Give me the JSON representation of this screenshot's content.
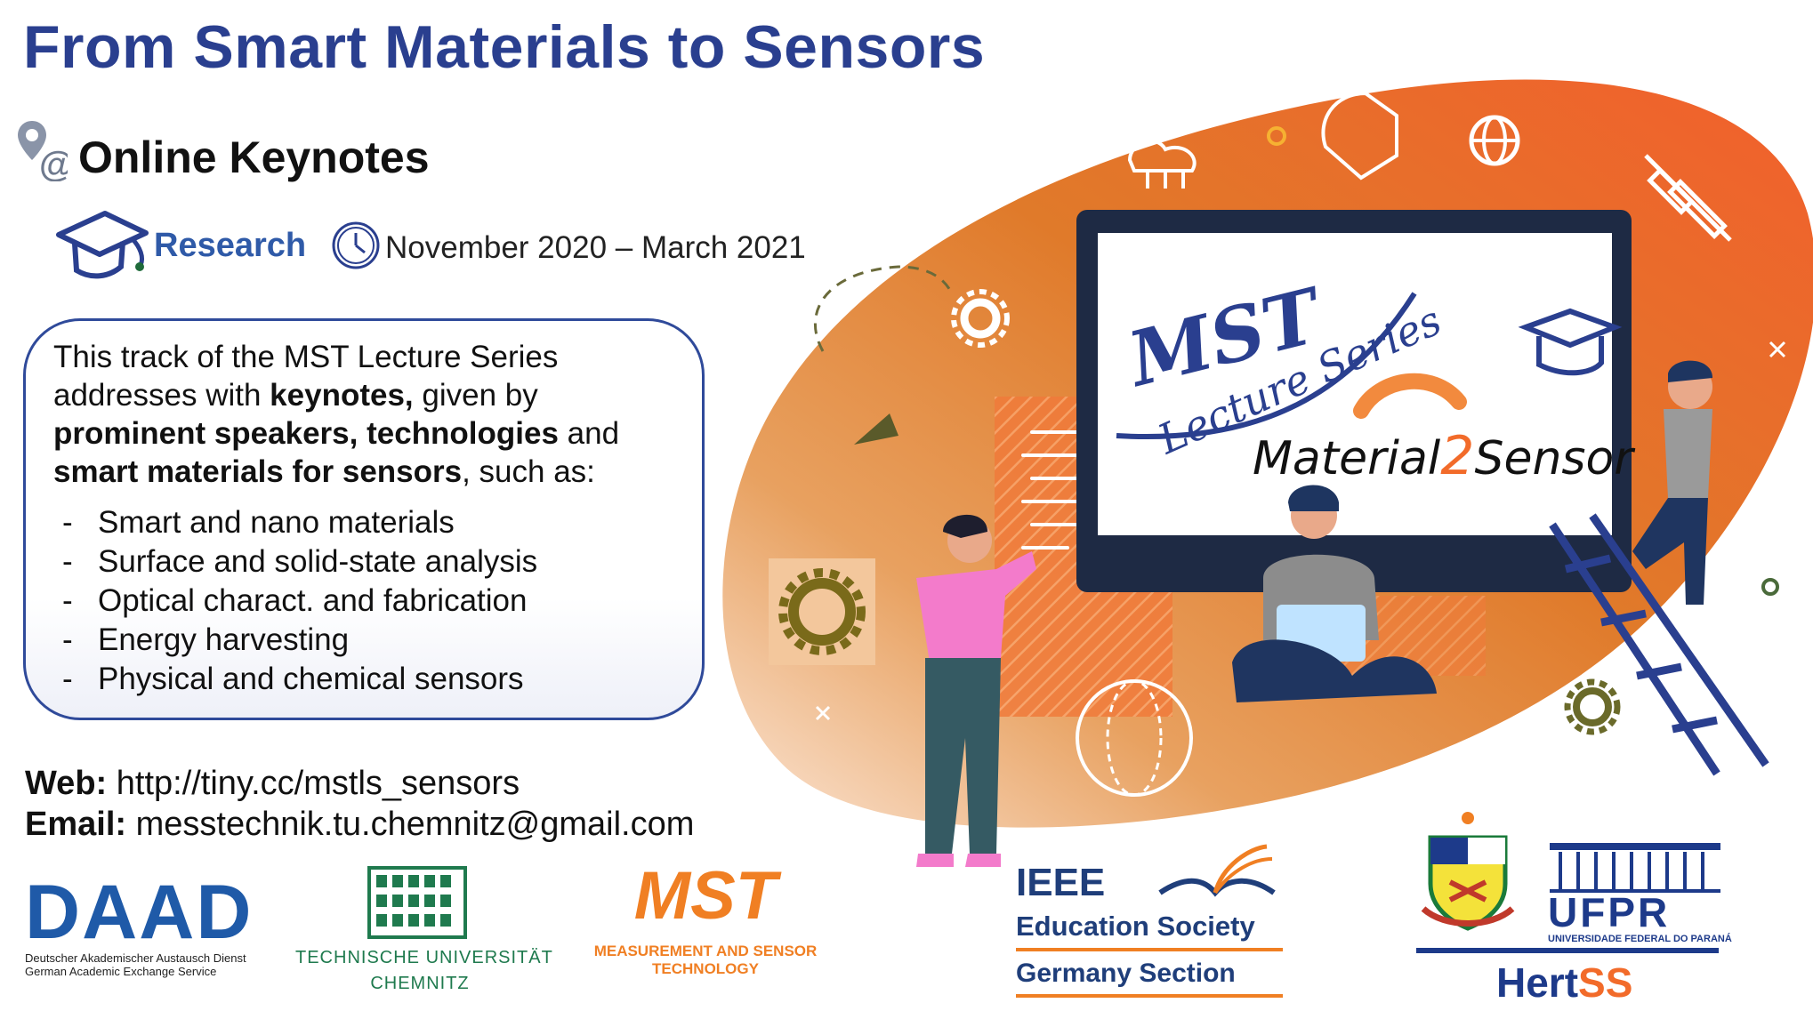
{
  "title": "From Smart Materials to Sensors",
  "subtitle": "Online Keynotes",
  "research_label": "Research",
  "dates": "November 2020 – March 2021",
  "description": {
    "intro_1": "This track of the MST Lecture Series addresses with ",
    "bold_1": "keynotes,",
    "intro_2": " given by ",
    "bold_2": "prominent speakers, technologies",
    "intro_3": " and ",
    "bold_3": "smart materials for sensors",
    "intro_4": ", such as:"
  },
  "bullets": [
    "Smart and nano materials",
    "Surface and solid-state analysis",
    "Optical charact. and fabrication",
    "Energy harvesting",
    "Physical and chemical sensors"
  ],
  "contact": {
    "web_label": "Web:",
    "web_value": "http://tiny.cc/mstls_sensors",
    "email_label": "Email:",
    "email_value": "messtechnik.tu.chemnitz@gmail.com"
  },
  "screen": {
    "mst_text": "MST",
    "lecture_text": "Lecture Series",
    "material_text": "Material",
    "two_text": "2",
    "sensor_text": "Sensor"
  },
  "logos": {
    "daad_main": "DAAD",
    "daad_sub_1": "Deutscher Akademischer Austausch Dienst",
    "daad_sub_2": "German Academic Exchange Service",
    "tu_line_1": "TECHNISCHE UNIVERSITÄT",
    "tu_line_2": "CHEMNITZ",
    "mst_main": "MST",
    "mst_sub_1": "MEASUREMENT AND SENSOR",
    "mst_sub_2": "TECHNOLOGY",
    "ieee_1": "IEEE",
    "ieee_2": "Education Society",
    "ieee_3": "Germany Section",
    "ufpr_main": "UFPR",
    "ufpr_sub": "UNIVERSIDADE FEDERAL DO PARANÁ",
    "hertss_1": "Hert",
    "hertss_2": "SS"
  },
  "colors": {
    "title_blue": "#2a3f8f",
    "accent_orange": "#f26b2a",
    "daad_blue": "#1f5aa8",
    "tu_green": "#1f7a4e",
    "mst_orange": "#f07f23",
    "ieee_blue": "#1f3e7a",
    "hertss_blue": "#1d3a8a",
    "hertss_orange": "#f26b2a"
  }
}
